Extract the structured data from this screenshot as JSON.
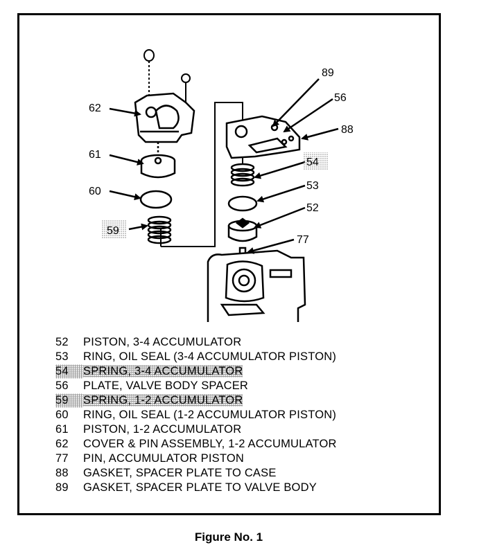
{
  "figure": {
    "caption": "Figure No. 1",
    "callouts": [
      "62",
      "61",
      "60",
      "59",
      "89",
      "56",
      "88",
      "54",
      "53",
      "52",
      "77"
    ],
    "parts": [
      {
        "number": "52",
        "description": "PISTON, 3-4 ACCUMULATOR",
        "shaded": false
      },
      {
        "number": "53",
        "description": "RING, OIL SEAL (3-4 ACCUMULATOR PISTON)",
        "shaded": false
      },
      {
        "number": "54",
        "description": "SPRING, 3-4 ACCUMULATOR",
        "shaded": true
      },
      {
        "number": "56",
        "description": "PLATE, VALVE BODY SPACER",
        "shaded": false
      },
      {
        "number": "59",
        "description": "SPRING, 1-2 ACCUMULATOR",
        "shaded": true
      },
      {
        "number": "60",
        "description": "RING, OIL SEAL (1-2 ACCUMULATOR PISTON)",
        "shaded": false
      },
      {
        "number": "61",
        "description": "PISTON, 1-2 ACCUMULATOR",
        "shaded": false
      },
      {
        "number": "62",
        "description": "COVER & PIN ASSEMBLY, 1-2 ACCUMULATOR",
        "shaded": false
      },
      {
        "number": "77",
        "description": "PIN, ACCUMULATOR PISTON",
        "shaded": false
      },
      {
        "number": "88",
        "description": "GASKET, SPACER PLATE TO CASE",
        "shaded": false
      },
      {
        "number": "89",
        "description": "GASKET, SPACER PLATE TO VALVE BODY",
        "shaded": false
      }
    ]
  }
}
